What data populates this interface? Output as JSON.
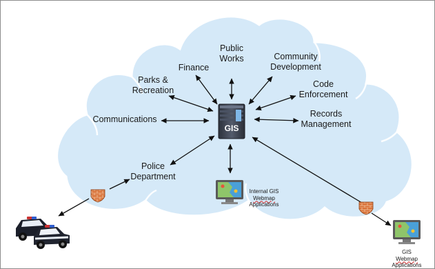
{
  "server": {
    "label": "GIS"
  },
  "departments": {
    "public_works": [
      "Public",
      "Works"
    ],
    "finance": "Finance",
    "parks": [
      "Parks &",
      "Recreation"
    ],
    "community_dev": [
      "Community",
      "Development"
    ],
    "code_enforcement": [
      "Code",
      "Enforcement"
    ],
    "communications": "Communications",
    "records": [
      "Records",
      "Management"
    ],
    "police": [
      "Police",
      "Department"
    ]
  },
  "internal_app": {
    "lines": [
      "Internal GIS",
      "Webmap",
      "Applications"
    ]
  },
  "external_app": {
    "line1_a": "GIS ",
    "line1_b": "Webmap",
    "line2": "Applications"
  },
  "colors": {
    "cloud": "#d5e9f8",
    "cloud_edge": "#ffffff",
    "arrow": "#111111",
    "firewall": "#d9733a",
    "server": "#3d4452",
    "map_frame": "#5a5a5a"
  }
}
